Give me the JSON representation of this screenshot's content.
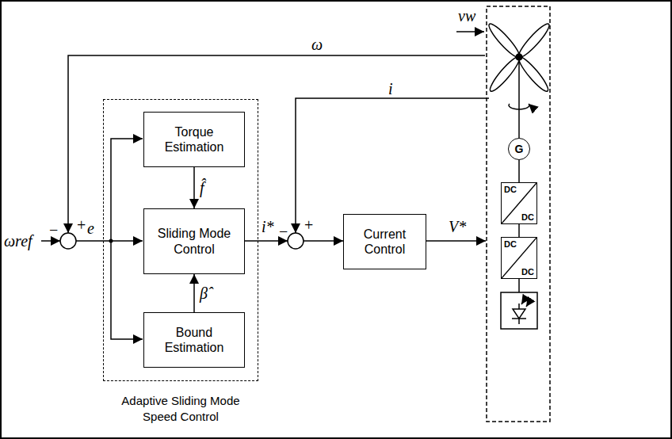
{
  "diagram": {
    "nodes": [
      {
        "text": [
          "Adaptive Sliding Mode Speed Control"
        ]
      },
      {
        "text": [
          "Torque Estimation"
        ],
        "in": 0
      },
      {
        "text": [
          "Sliding Mode Control"
        ],
        "in": 0
      },
      {
        "text": [
          "Bound Estimation"
        ],
        "in": 0
      },
      {
        "text": [
          "Current Control"
        ]
      },
      {
        "text": [
          "G"
        ]
      },
      {
        "text": [
          "DC",
          "DC"
        ]
      },
      {
        "text": [
          "DC",
          "DC"
        ]
      }
    ],
    "edges": [
      {
        "from": 1,
        "to": 2,
        "arrow": "to",
        "label": "f̂"
      },
      {
        "from": 3,
        "to": 2,
        "arrow": "to",
        "label": "β̂"
      },
      {
        "from": 5,
        "to": 6,
        "arrow": "none"
      },
      {
        "from": 6,
        "to": 7,
        "arrow": "none"
      }
    ],
    "labels": [
      "vw",
      "ω",
      "+",
      "i",
      "ωref",
      "−",
      "e",
      "+",
      "i*",
      "−",
      "V*"
    ]
  }
}
